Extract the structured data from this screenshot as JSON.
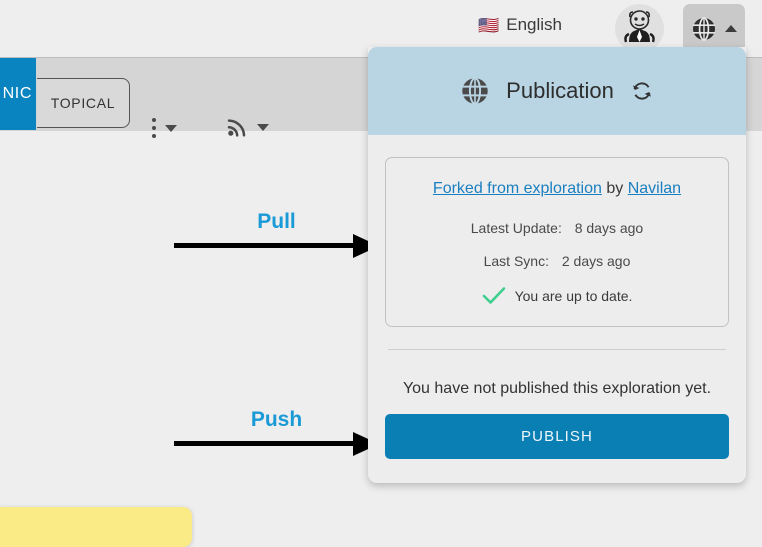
{
  "topbar": {
    "flag_icon": "us-flag-icon",
    "language": "English",
    "avatar_icon": "user-avatar",
    "globe_icon": "globe-icon",
    "caret_icon": "caret-up-icon"
  },
  "toolbar": {
    "blue_tab_label": "NIC",
    "topical_label": "TOPICAL",
    "overflow_icon": "more-vertical-icon",
    "overflow_caret": "chevron-down-icon",
    "feed_icon": "rss-icon",
    "feed_caret": "chevron-down-icon"
  },
  "annotations": [
    {
      "label": "Pull",
      "arrow": "arrow-right-icon"
    },
    {
      "label": "Push",
      "arrow": "arrow-right-icon"
    }
  ],
  "panel": {
    "header": {
      "globe_icon": "globe-icon",
      "title": "Publication",
      "sync_icon": "sync-refresh-icon"
    },
    "info": {
      "fork_link": "Forked from exploration",
      "by_text": "by",
      "author_link": "Navilan",
      "latest_update_label": "Latest Update:",
      "latest_update_value": "8 days ago",
      "last_sync_label": "Last Sync:",
      "last_sync_value": "2 days ago",
      "status_icon": "check-icon",
      "status_text": "You are up to date."
    },
    "publish": {
      "note": "You have not published this exploration yet.",
      "button_label": "PUBLISH"
    }
  },
  "colors": {
    "accent_blue": "#0a7fb4",
    "link_blue": "#1a7fc1",
    "annotation_blue": "#1a9ad6",
    "panel_header": "#b9d4e3",
    "panel_bg": "#ededed",
    "toolbar_bg": "#d5d5d5",
    "tab_blue": "#0a84c0",
    "status_green": "#3ecf8e",
    "yellow_card": "#fbeb86"
  }
}
